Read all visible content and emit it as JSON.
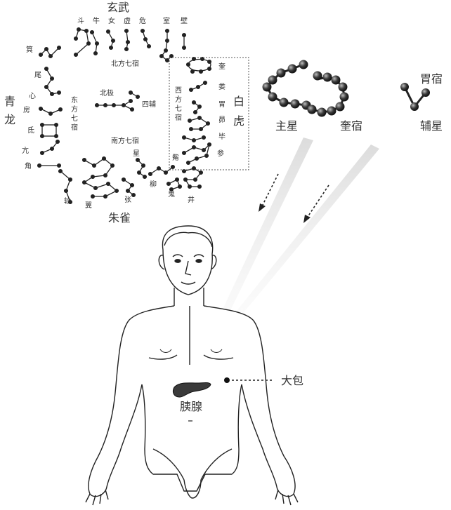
{
  "four_symbols": {
    "north": "玄武",
    "east": "青龙",
    "south": "朱雀",
    "west": "白虎",
    "center": "北极",
    "center_asterism": "四辅"
  },
  "groups": {
    "north": "北方七宿",
    "east": "东方七宿",
    "south": "南方七宿",
    "west": "西方七宿"
  },
  "mansions": {
    "north": [
      "斗",
      "牛",
      "女",
      "虚",
      "危",
      "室",
      "壁"
    ],
    "east": [
      "角",
      "亢",
      "氐",
      "房",
      "心",
      "尾",
      "箕"
    ],
    "west": [
      "奎",
      "娄",
      "胃",
      "昴",
      "毕",
      "觜",
      "参"
    ],
    "south": [
      "井",
      "鬼",
      "柳",
      "星",
      "张",
      "翼",
      "轸"
    ]
  },
  "legend": {
    "main_star": "主星",
    "main_star_name": "奎宿",
    "aux_title": "胃宿",
    "aux_star": "辅星"
  },
  "body": {
    "organ": "胰腺",
    "acupoint": "大包"
  },
  "colors": {
    "line": "#222222",
    "star": "#2a2a2a",
    "box": "#555555"
  }
}
